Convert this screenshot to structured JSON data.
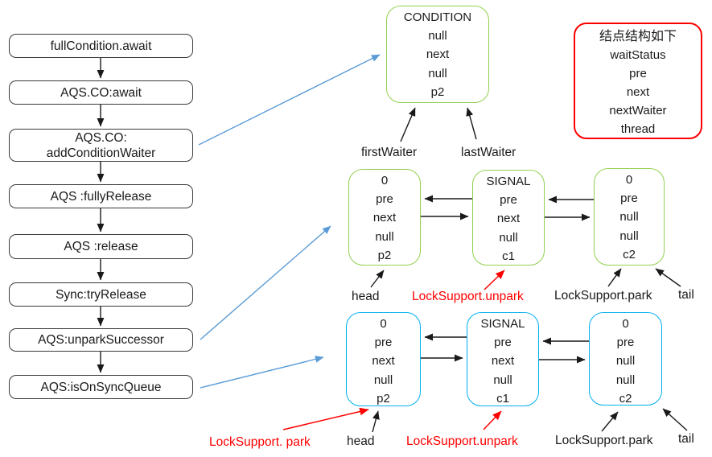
{
  "colors": {
    "green_node": "#92d050",
    "blue_node": "#00b0f0",
    "red": "#ff0000",
    "callout_blue": "#5b9bd5",
    "ink": "#1a1a1a",
    "box_border": "#3a3a3a"
  },
  "flowchart": {
    "items": [
      {
        "label": "fullCondition.await"
      },
      {
        "label": "AQS.CO:await"
      },
      {
        "label": "AQS.CO:\naddConditionWaiter"
      },
      {
        "label": "AQS :fullyRelease"
      },
      {
        "label": "AQS :release"
      },
      {
        "label": "Sync:tryRelease"
      },
      {
        "label": "AQS:unparkSuccessor"
      },
      {
        "label": "AQS:isOnSyncQueue"
      }
    ]
  },
  "condition_node": {
    "lines": [
      "CONDITION",
      "null",
      "next",
      "null",
      "p2"
    ]
  },
  "legend": {
    "title": "结点结构如下",
    "lines": [
      "waitStatus",
      "pre",
      "next",
      "nextWaiter",
      "thread"
    ]
  },
  "queue_a": {
    "nodes": [
      {
        "lines": [
          "0",
          "pre",
          "next",
          "null",
          "p2"
        ]
      },
      {
        "lines": [
          "SIGNAL",
          "pre",
          "next",
          "null",
          "c1"
        ]
      },
      {
        "lines": [
          "0",
          "pre",
          "null",
          "null",
          "c2"
        ]
      }
    ]
  },
  "queue_b": {
    "nodes": [
      {
        "lines": [
          "0",
          "pre",
          "next",
          "null",
          "p2"
        ]
      },
      {
        "lines": [
          "SIGNAL",
          "pre",
          "next",
          "null",
          "c1"
        ]
      },
      {
        "lines": [
          "0",
          "pre",
          "null",
          "null",
          "c2"
        ]
      }
    ]
  },
  "labels": {
    "first_waiter": "firstWaiter",
    "last_waiter": "lastWaiter",
    "head_a": "head",
    "unpark_a": "LockSupport.unpark",
    "park_a": "LockSupport.park",
    "tail_a": "tail",
    "park_red_b": "LockSupport. park",
    "head_b": "head",
    "unpark_b": "LockSupport.unpark",
    "park_b": "LockSupport.park",
    "tail_b": "tail"
  }
}
